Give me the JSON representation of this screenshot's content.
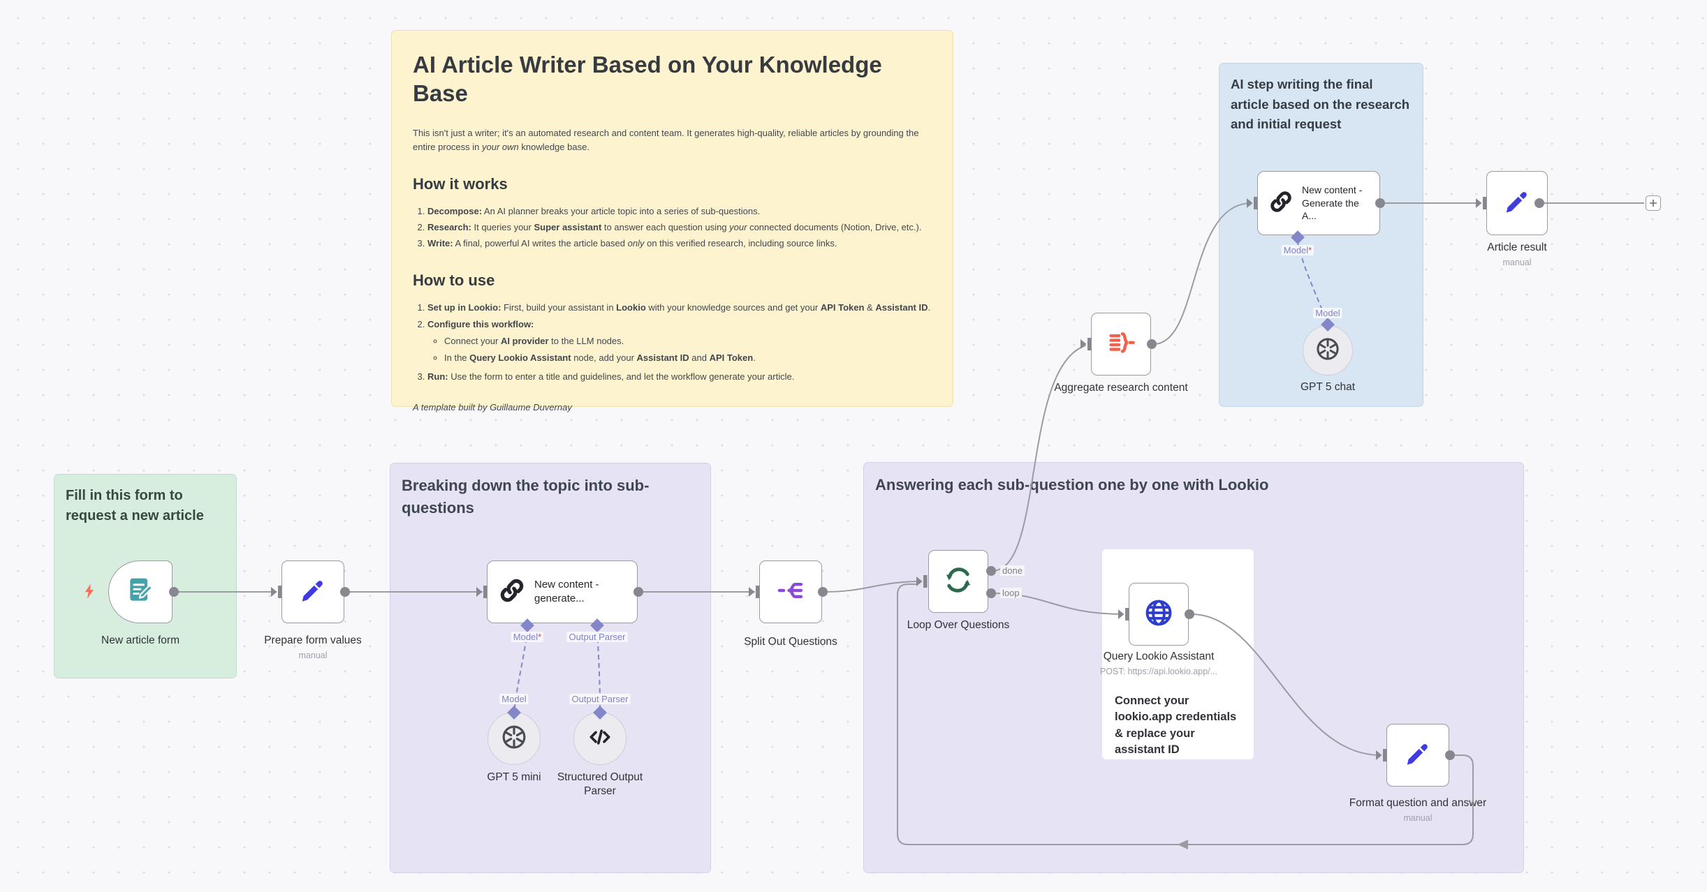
{
  "stickies": {
    "yellow": {
      "title": "AI Article Writer Based on Your Knowledge Base",
      "intro": [
        {
          "t": "This isn't just a writer; it's an automated research and content team. It generates high-quality, reliable articles by grounding the entire process in "
        },
        {
          "t": "your own",
          "i": true
        },
        {
          "t": " knowledge base."
        }
      ],
      "how_it_works_heading": "How it works",
      "how_it_works": [
        [
          {
            "t": "Decompose:",
            "b": true
          },
          {
            "t": " An AI planner breaks your article topic into a series of sub-questions."
          }
        ],
        [
          {
            "t": "Research:",
            "b": true
          },
          {
            "t": " It queries your "
          },
          {
            "t": "Super assistant",
            "b": true
          },
          {
            "t": " to answer each question using "
          },
          {
            "t": "your",
            "i": true
          },
          {
            "t": " connected documents (Notion, Drive, etc.)."
          }
        ],
        [
          {
            "t": "Write:",
            "b": true
          },
          {
            "t": " A final, powerful AI writes the article based "
          },
          {
            "t": "only",
            "i": true
          },
          {
            "t": " on this verified research, including source links."
          }
        ]
      ],
      "how_to_use_heading": "How to use",
      "how_to_use_item1": [
        {
          "t": "Set up in Lookio:",
          "b": true
        },
        {
          "t": " First, build your assistant in "
        },
        {
          "t": "Lookio",
          "b": true
        },
        {
          "t": " with your knowledge sources and get your "
        },
        {
          "t": "API Token",
          "b": true
        },
        {
          "t": " & "
        },
        {
          "t": "Assistant ID",
          "b": true
        },
        {
          "t": "."
        }
      ],
      "how_to_use_item2_label": [
        {
          "t": "Configure this workflow:",
          "b": true
        }
      ],
      "how_to_use_item2_bullets": [
        [
          {
            "t": "Connect your "
          },
          {
            "t": "AI provider",
            "b": true
          },
          {
            "t": " to the LLM nodes."
          }
        ],
        [
          {
            "t": "In the "
          },
          {
            "t": "Query Lookio Assistant",
            "b": true
          },
          {
            "t": " node, add your "
          },
          {
            "t": "Assistant ID",
            "b": true
          },
          {
            "t": " and "
          },
          {
            "t": "API Token",
            "b": true
          },
          {
            "t": "."
          }
        ]
      ],
      "how_to_use_item3": [
        {
          "t": "Run:",
          "b": true
        },
        {
          "t": " Use the form to enter a title and guidelines, and let the workflow generate your article."
        }
      ],
      "footer": "A template built by Guillaume Duvernay"
    },
    "green": {
      "title": "Fill in this form to request a new article"
    },
    "breakdown": {
      "title": "Breaking down the topic into sub-questions"
    },
    "answering": {
      "title": "Answering each sub-question one by one with Lookio"
    },
    "final_article": {
      "title": "AI step writing the final article based on the research and initial request"
    },
    "lookio_hint": {
      "text": "Connect your lookio.app credentials & replace your assistant ID"
    }
  },
  "nodes": {
    "new_article_form": {
      "label": "New article form"
    },
    "prepare_form_values": {
      "label": "Prepare form values",
      "sub": "manual"
    },
    "generate_questions": {
      "title": "New content - generate..."
    },
    "gpt5_mini": {
      "label": "GPT 5 mini"
    },
    "structured_output_parser": {
      "label": "Structured Output Parser"
    },
    "split_out_questions": {
      "label": "Split Out Questions"
    },
    "loop_over_questions": {
      "label": "Loop Over Questions"
    },
    "query_lookio_assistant": {
      "label": "Query Lookio Assistant",
      "sub": "POST: https://api.lookio.app/..."
    },
    "format_question_answer": {
      "label": "Format question and answer",
      "sub": "manual"
    },
    "aggregate_research_content": {
      "label": "Aggregate research content"
    },
    "generate_article": {
      "title": "New content - Generate the A..."
    },
    "gpt5_chat": {
      "label": "GPT 5 chat"
    },
    "article_result": {
      "label": "Article result",
      "sub": "manual"
    }
  },
  "ports": {
    "done": "done",
    "loop": "loop",
    "model": "Model",
    "model_required_star": "*",
    "output_parser": "Output Parser"
  }
}
